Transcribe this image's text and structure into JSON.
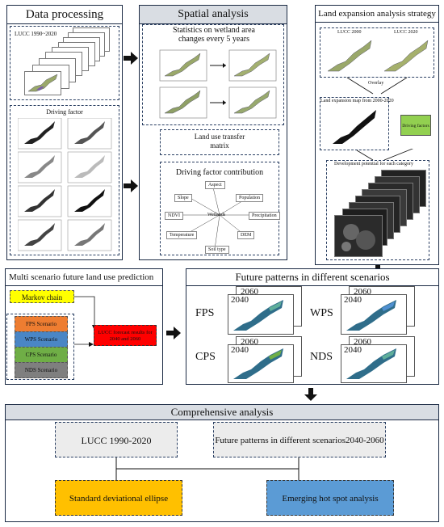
{
  "data_processing": {
    "title": "Data processing",
    "lucc_label": "LUCC 1990~2020",
    "driving_label": "Driving factor"
  },
  "spatial_analysis": {
    "title": "Spatial analysis",
    "stats_title": "Statistics on wetland area changes every 5 years",
    "transfer_title": "Land use transfer matrix",
    "contribution_title": "Driving factor contribution",
    "center_label": "Wetlands",
    "factors": [
      "Aspect",
      "Slope",
      "Population",
      "NDVI",
      "Precipitation",
      "Temperature",
      "DEM",
      "Soil type"
    ]
  },
  "land_expansion": {
    "title": "Land expansion analysis strategy",
    "lucc2000": "LUCC 2000",
    "lucc2020": "LUCC 2020",
    "overlay": "Overlay",
    "expansion_map": "Land expansion map from 2000-2020",
    "driving_factors": "Driving factors",
    "potential": "Development potential for each category"
  },
  "multi_scenario": {
    "title": "Multi scenario future land use prediction",
    "markov": "Markov chain",
    "scenarios": [
      "FPS Scenario",
      "WPS Scenario",
      "CPS Scenario",
      "NDS Scenario"
    ],
    "forecast": "LUCC forecast results for 2040 and 2060"
  },
  "future_patterns": {
    "title": "Future patterns in different scenarios",
    "year_back": "2060",
    "year_front": "2040",
    "scenario_labels": [
      "FPS",
      "WPS",
      "CPS",
      "NDS"
    ]
  },
  "comprehensive": {
    "title": "Comprehensive analysis",
    "lucc_box": "LUCC 1990-2020",
    "future_box": "Future patterns in different scenarios2040-2060",
    "ellipse": "Standard deviational ellipse",
    "hotspot": "Emerging hot spot analysis"
  },
  "colors": {
    "markov_yellow": "#ffff00",
    "fps": "#ee7d31",
    "wps": "#4a86c5",
    "cps": "#6fae46",
    "nds": "#7f7f7f",
    "forecast_red": "#ff0000",
    "driving_green": "#92d050",
    "ellipse_orange": "#ffc000",
    "hotspot_blue": "#5b9bd5",
    "panel_header_gray": "#d9dde3"
  }
}
